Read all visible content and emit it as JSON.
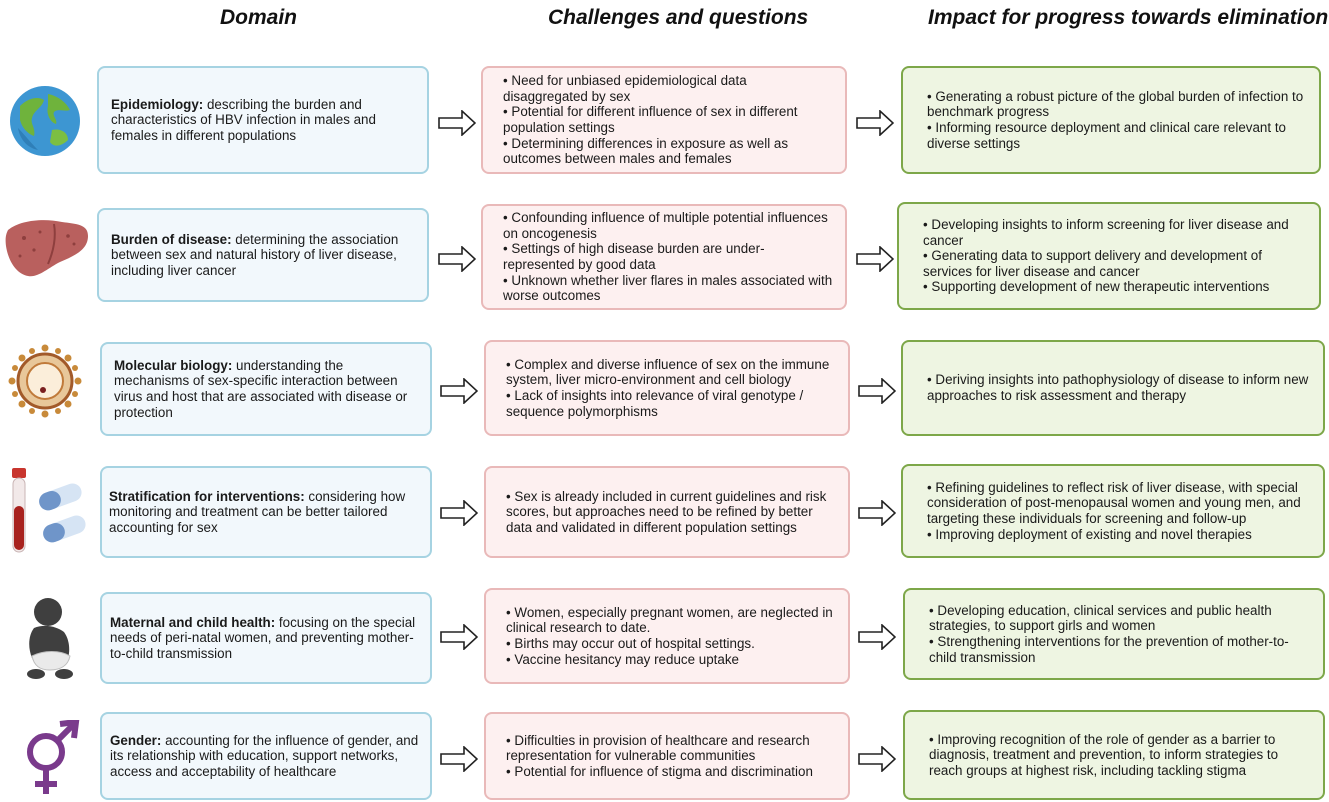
{
  "headers": {
    "domain": "Domain",
    "challenges": "Challenges and questions",
    "impact": "Impact for progress towards elimination"
  },
  "rows": [
    {
      "icon": "globe-icon",
      "domain_bold": "Epidemiology:",
      "domain_text": " describing the burden and characteristics of HBV infection in males and females in different populations",
      "challenges": [
        "Need for unbiased epidemiological  data disaggregated by sex",
        "Potential for different influence of  sex in different population settings",
        "Determining differences in exposure as well as outcomes between males and females"
      ],
      "impact": [
        "Generating a robust picture of the global burden of infection to benchmark progress",
        "Informing resource deployment  and clinical care relevant to diverse settings"
      ]
    },
    {
      "icon": "liver-icon",
      "domain_bold": "Burden of disease:",
      "domain_text": " determining the association between sex and natural history of liver disease, including liver cancer",
      "challenges": [
        "Confounding influence of multiple potential influences on oncogenesis",
        "Settings of high disease burden are under-represented by good data",
        "Unknown whether liver flares in males associated with worse outcomes"
      ],
      "impact": [
        "Developing insights to inform screening for liver disease and cancer",
        "Generating data to support delivery and development of services for liver disease and cancer",
        "Supporting development of new  therapeutic interventions"
      ]
    },
    {
      "icon": "virus-icon",
      "domain_bold": "Molecular biology:",
      "domain_text": " understanding the mechanisms of sex-specific interaction between virus and host that are associated with disease or protection",
      "challenges": [
        "Complex and diverse influence of sex on the immune system, liver micro-environment and cell biology",
        " Lack of insights into relevance of viral genotype / sequence polymorphisms"
      ],
      "impact": [
        "Deriving insights into pathophysiology of disease to inform new approaches to risk assessment and therapy"
      ]
    },
    {
      "icon": "blood-tube-and-pills-icon",
      "domain_bold": "Stratification for interventions:",
      "domain_text": " considering how monitoring and treatment can be better tailored accounting for sex",
      "challenges": [
        "Sex is already included in current guidelines and risk scores, but approaches need to be refined by better data and validated in different population settings"
      ],
      "impact": [
        "Refining guidelines to reflect risk of liver disease, with special consideration of post-menopausal women and young men, and targeting these individuals for screening and follow-up",
        "Improving deployment of existing and novel therapies"
      ]
    },
    {
      "icon": "baby-icon",
      "domain_bold": "Maternal and child health:",
      "domain_text": " focusing on the special needs of peri-natal women, and preventing mother-to-child transmission",
      "challenges": [
        "Women,  especially pregnant women, are neglected in clinical research to date.",
        "Births may occur out of hospital settings.",
        "Vaccine hesitancy may reduce uptake"
      ],
      "impact": [
        "Developing education, clinical services and public health strategies, to support girls and women",
        "Strengthening interventions for the prevention of mother-to-child transmission"
      ]
    },
    {
      "icon": "gender-symbol-icon",
      "domain_bold": "Gender:",
      "domain_text": " accounting for the influence of gender, and its relationship with education, support networks, access and acceptability of healthcare",
      "challenges": [
        "Difficulties in provision of healthcare and research representation for vulnerable communities",
        "Potential for influence of stigma and discrimination"
      ],
      "impact": [
        "Improving recognition of the role of gender as a barrier to diagnosis, treatment and prevention, to inform strategies to reach groups at highest risk, including tackling stigma"
      ]
    }
  ]
}
